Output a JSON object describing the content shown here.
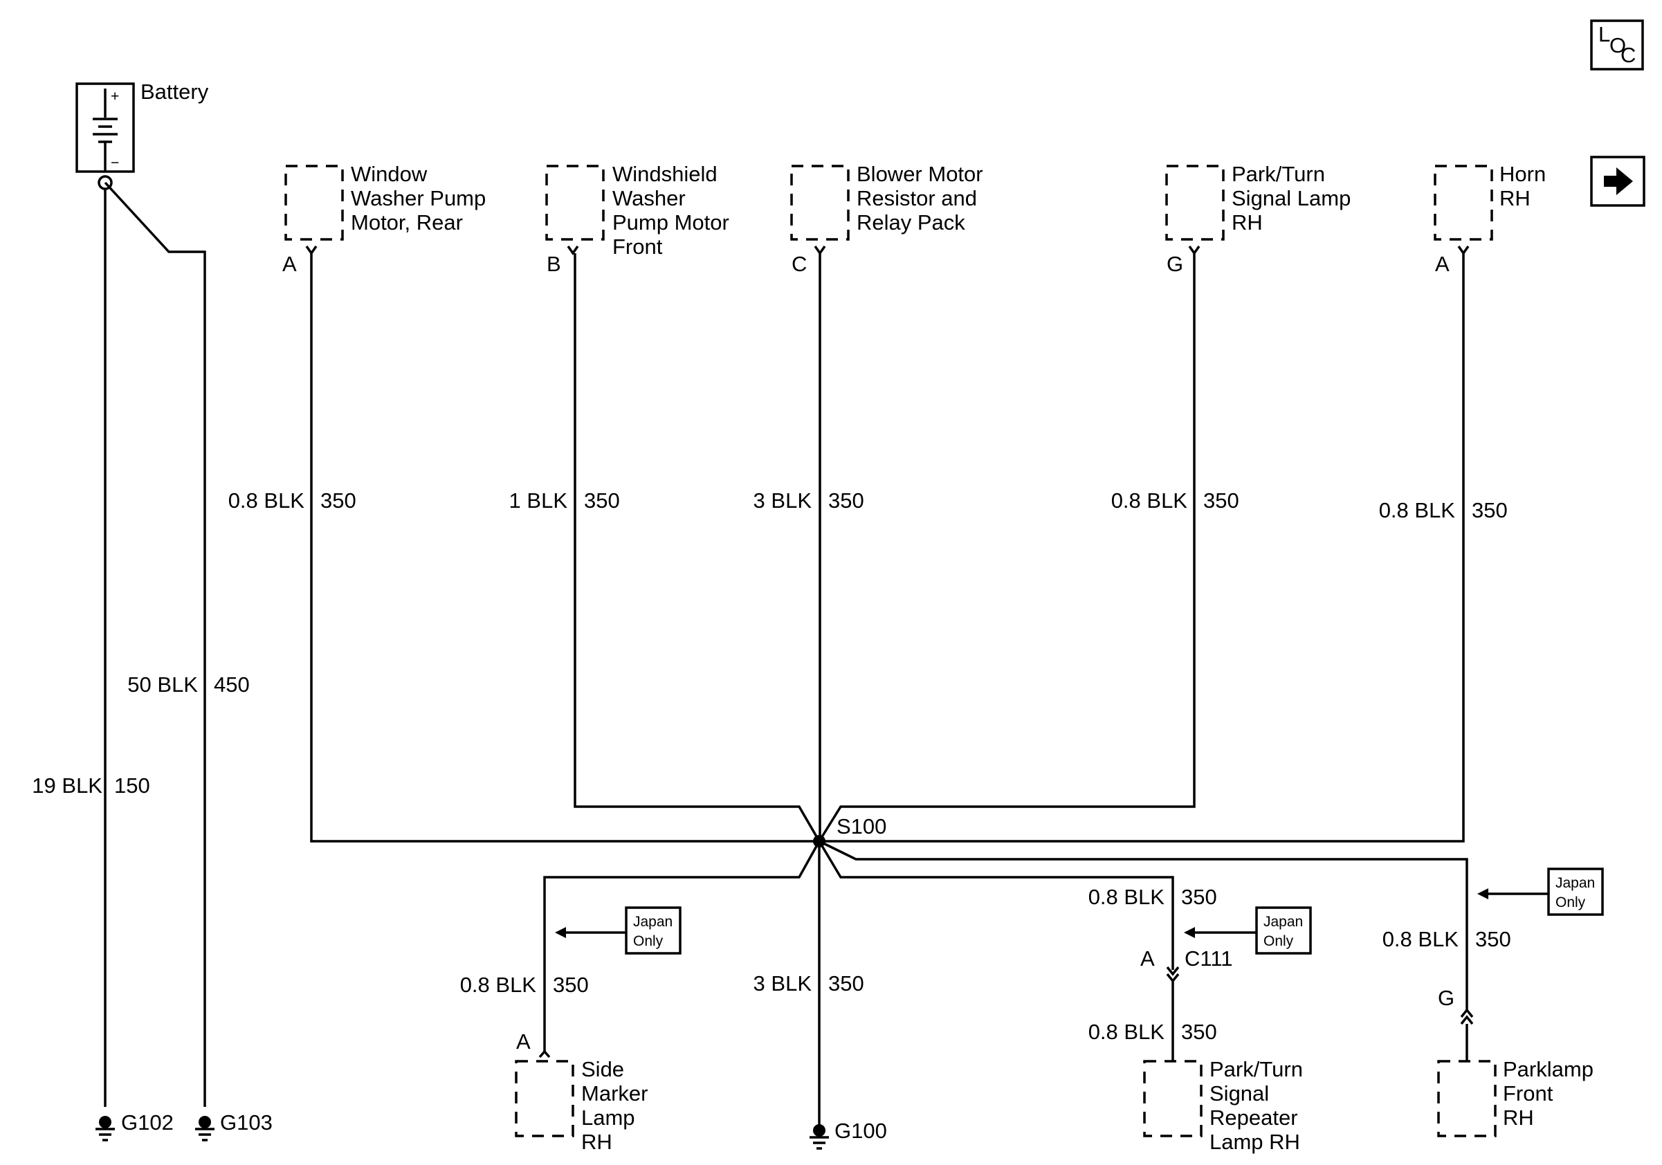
{
  "battery": {
    "label": "Battery",
    "plus": "+",
    "minus": "−"
  },
  "loc_icon": {
    "l": "L",
    "o": "O",
    "c": "C"
  },
  "nav_icon": "right-arrow-icon",
  "components": {
    "window_washer": {
      "lines": [
        "Window",
        "Washer Pump",
        "Motor, Rear"
      ],
      "pin": "A"
    },
    "windshield_washer": {
      "lines": [
        "Windshield",
        "Washer",
        "Pump Motor",
        "Front"
      ],
      "pin": "B"
    },
    "blower_motor": {
      "lines": [
        "Blower Motor",
        "Resistor and",
        "Relay Pack"
      ],
      "pin": "C"
    },
    "park_turn_lamp": {
      "lines": [
        "Park/Turn",
        "Signal Lamp",
        "RH"
      ],
      "pin": "G"
    },
    "horn": {
      "lines": [
        "Horn",
        "RH"
      ],
      "pin": "A"
    },
    "side_marker": {
      "lines": [
        "Side",
        "Marker",
        "Lamp",
        "RH"
      ],
      "pin": "A"
    },
    "repeater_lamp": {
      "lines": [
        "Park/Turn",
        "Signal",
        "Repeater",
        "Lamp RH"
      ]
    },
    "parklamp": {
      "lines": [
        "Parklamp",
        "Front",
        "RH"
      ],
      "pin": "G"
    }
  },
  "wires": {
    "w1": {
      "size": "0.8 BLK",
      "circuit": "350"
    },
    "w2": {
      "size": "1 BLK",
      "circuit": "350"
    },
    "w3": {
      "size": "3 BLK",
      "circuit": "350"
    },
    "w4": {
      "size": "0.8 BLK",
      "circuit": "350"
    },
    "w5": {
      "size": "0.8 BLK",
      "circuit": "350"
    },
    "w6": {
      "size": "50 BLK",
      "circuit": "450"
    },
    "w7": {
      "size": "19 BLK",
      "circuit": "150"
    },
    "w8": {
      "size": "0.8 BLK",
      "circuit": "350"
    },
    "w9": {
      "size": "3 BLK",
      "circuit": "350"
    },
    "w10": {
      "size": "0.8 BLK",
      "circuit": "350"
    },
    "w11": {
      "size": "0.8 BLK",
      "circuit": "350"
    },
    "w12": {
      "size": "0.8 BLK",
      "circuit": "350"
    }
  },
  "splice": "S100",
  "connector": {
    "name": "C111",
    "pin": "A"
  },
  "grounds": {
    "g102": "G102",
    "g103": "G103",
    "g100": "G100"
  },
  "japan_only": [
    "Japan",
    "Only"
  ]
}
